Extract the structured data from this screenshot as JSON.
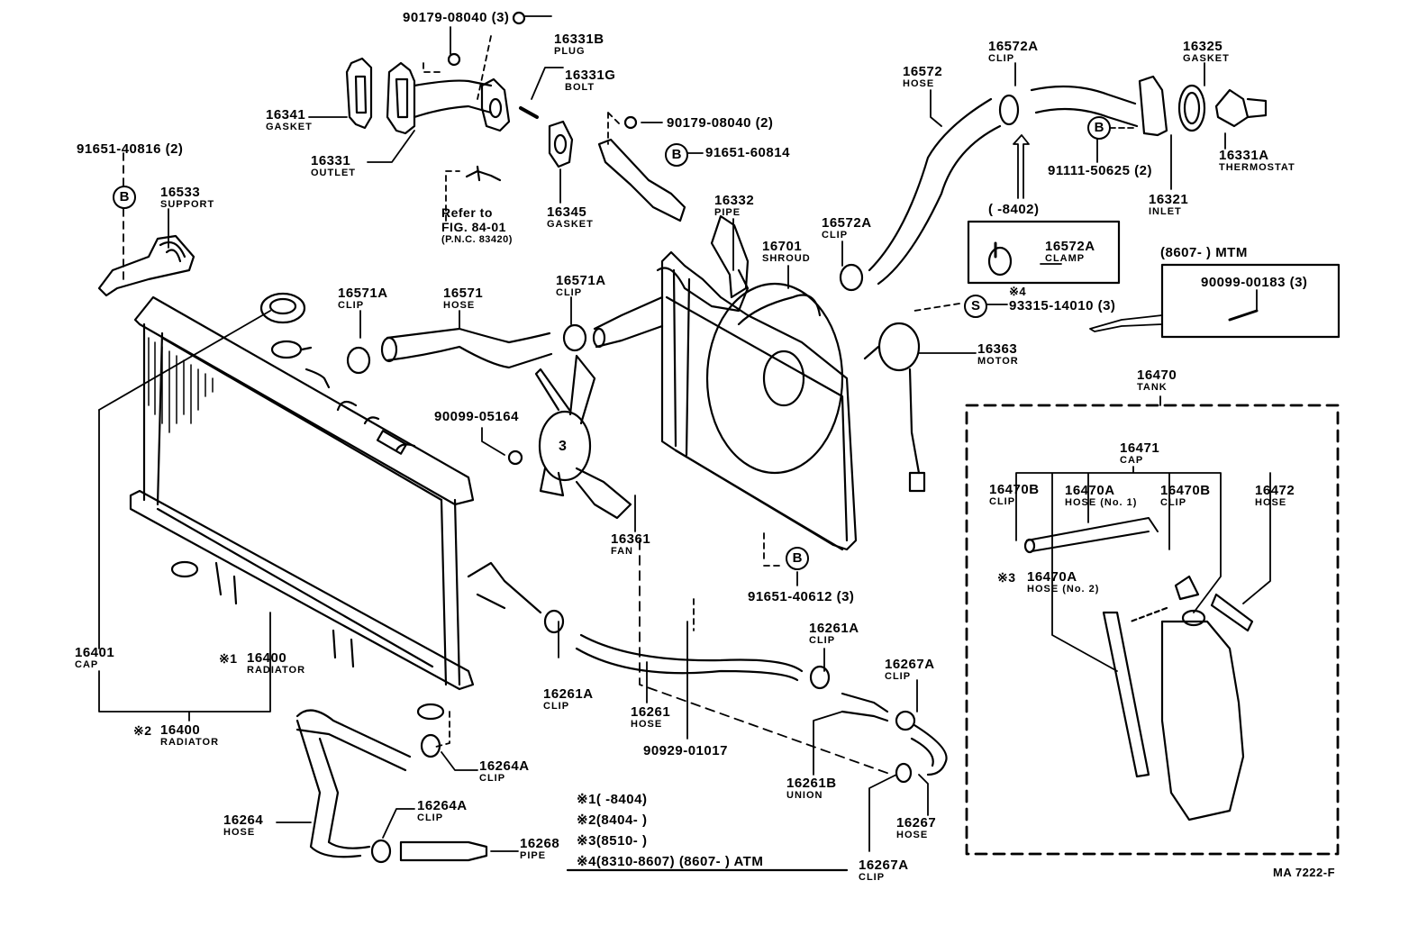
{
  "diagram_id": "MA 7222-F",
  "refer_note": {
    "line1": "Refer to",
    "line2": "FIG. 84-01",
    "line3": "(P.N.C. 83420)"
  },
  "parts": {
    "p90179_08040_3": {
      "num": "90179-08040 (3)"
    },
    "p16331B": {
      "num": "16331B",
      "name": "PLUG"
    },
    "p16331G": {
      "num": "16331G",
      "name": "BOLT"
    },
    "p16341": {
      "num": "16341",
      "name": "GASKET"
    },
    "p16331": {
      "num": "16331",
      "name": "OUTLET"
    },
    "p91651_40816": {
      "num": "91651-40816 (2)"
    },
    "p16533": {
      "num": "16533",
      "name": "SUPPORT"
    },
    "p16345": {
      "num": "16345",
      "name": "GASKET"
    },
    "p90179_08040_2": {
      "num": "90179-08040 (2)"
    },
    "p91651_60814": {
      "num": "91651-60814"
    },
    "p16332": {
      "num": "16332",
      "name": "PIPE"
    },
    "p16701": {
      "num": "16701",
      "name": "SHROUD"
    },
    "p16572": {
      "num": "16572",
      "name": "HOSE"
    },
    "p16572A_top": {
      "num": "16572A",
      "name": "CLIP"
    },
    "p16325": {
      "num": "16325",
      "name": "GASKET"
    },
    "p16331A": {
      "num": "16331A",
      "name": "THERMOSTAT"
    },
    "p91111_50625": {
      "num": "91111-50625 (2)"
    },
    "p16321": {
      "num": "16321",
      "name": "INLET"
    },
    "p16572A_mid": {
      "num": "16572A",
      "name": "CLIP"
    },
    "p16572A_clamp": {
      "num": "16572A",
      "name": "CLAMP"
    },
    "p93315_14010": {
      "num": "93315-14010 (3)"
    },
    "p90099_00183": {
      "num": "90099-00183 (3)"
    },
    "p16363": {
      "num": "16363",
      "name": "MOTOR"
    },
    "p16571A_left": {
      "num": "16571A",
      "name": "CLIP"
    },
    "p16571": {
      "num": "16571",
      "name": "HOSE"
    },
    "p16571A_right": {
      "num": "16571A",
      "name": "CLIP"
    },
    "p90099_05164": {
      "num": "90099-05164"
    },
    "p16361": {
      "num": "16361",
      "name": "FAN"
    },
    "p91651_40612": {
      "num": "91651-40612 (3)"
    },
    "p16470": {
      "num": "16470",
      "name": "TANK"
    },
    "p16471": {
      "num": "16471",
      "name": "CAP"
    },
    "p16470B_left": {
      "num": "16470B",
      "name": "CLIP"
    },
    "p16470A_1": {
      "num": "16470A",
      "name": "HOSE (No. 1)"
    },
    "p16470B_right": {
      "num": "16470B",
      "name": "CLIP"
    },
    "p16472": {
      "num": "16472",
      "name": "HOSE"
    },
    "p16470A_2": {
      "num": "16470A",
      "name": "HOSE (No. 2)"
    },
    "p16401": {
      "num": "16401",
      "name": "CAP"
    },
    "p16400_1": {
      "num": "16400",
      "name": "RADIATOR"
    },
    "p16400_2": {
      "num": "16400",
      "name": "RADIATOR"
    },
    "p16261A_left": {
      "num": "16261A",
      "name": "CLIP"
    },
    "p16261": {
      "num": "16261",
      "name": "HOSE"
    },
    "p90929_01017": {
      "num": "90929-01017"
    },
    "p16261A_right": {
      "num": "16261A",
      "name": "CLIP"
    },
    "p16267A_top": {
      "num": "16267A",
      "name": "CLIP"
    },
    "p16261B": {
      "num": "16261B",
      "name": "UNION"
    },
    "p16267": {
      "num": "16267",
      "name": "HOSE"
    },
    "p16267A_bottom": {
      "num": "16267A",
      "name": "CLIP"
    },
    "p16264A_top": {
      "num": "16264A",
      "name": "CLIP"
    },
    "p16264A_bottom": {
      "num": "16264A",
      "name": "CLIP"
    },
    "p16264": {
      "num": "16264",
      "name": "HOSE"
    },
    "p16268": {
      "num": "16268",
      "name": "PIPE"
    }
  },
  "markers": {
    "bolt": "B",
    "screw": "S"
  },
  "notes": {
    "star1_prefix": "※1",
    "star2_prefix": "※2",
    "star3_prefix": "※3",
    "star4_prefix": "※4",
    "clamp_period": "(        -8402)",
    "mtm_period": "(8607-          ) MTM",
    "legend": [
      {
        "mark": "※1",
        "text": "(          -8404)"
      },
      {
        "mark": "※2",
        "text": "(8404-          )"
      },
      {
        "mark": "※3",
        "text": "(8510-          )"
      },
      {
        "mark": "※4",
        "text": "(8310-8607) (8607-          ) ATM"
      }
    ]
  }
}
